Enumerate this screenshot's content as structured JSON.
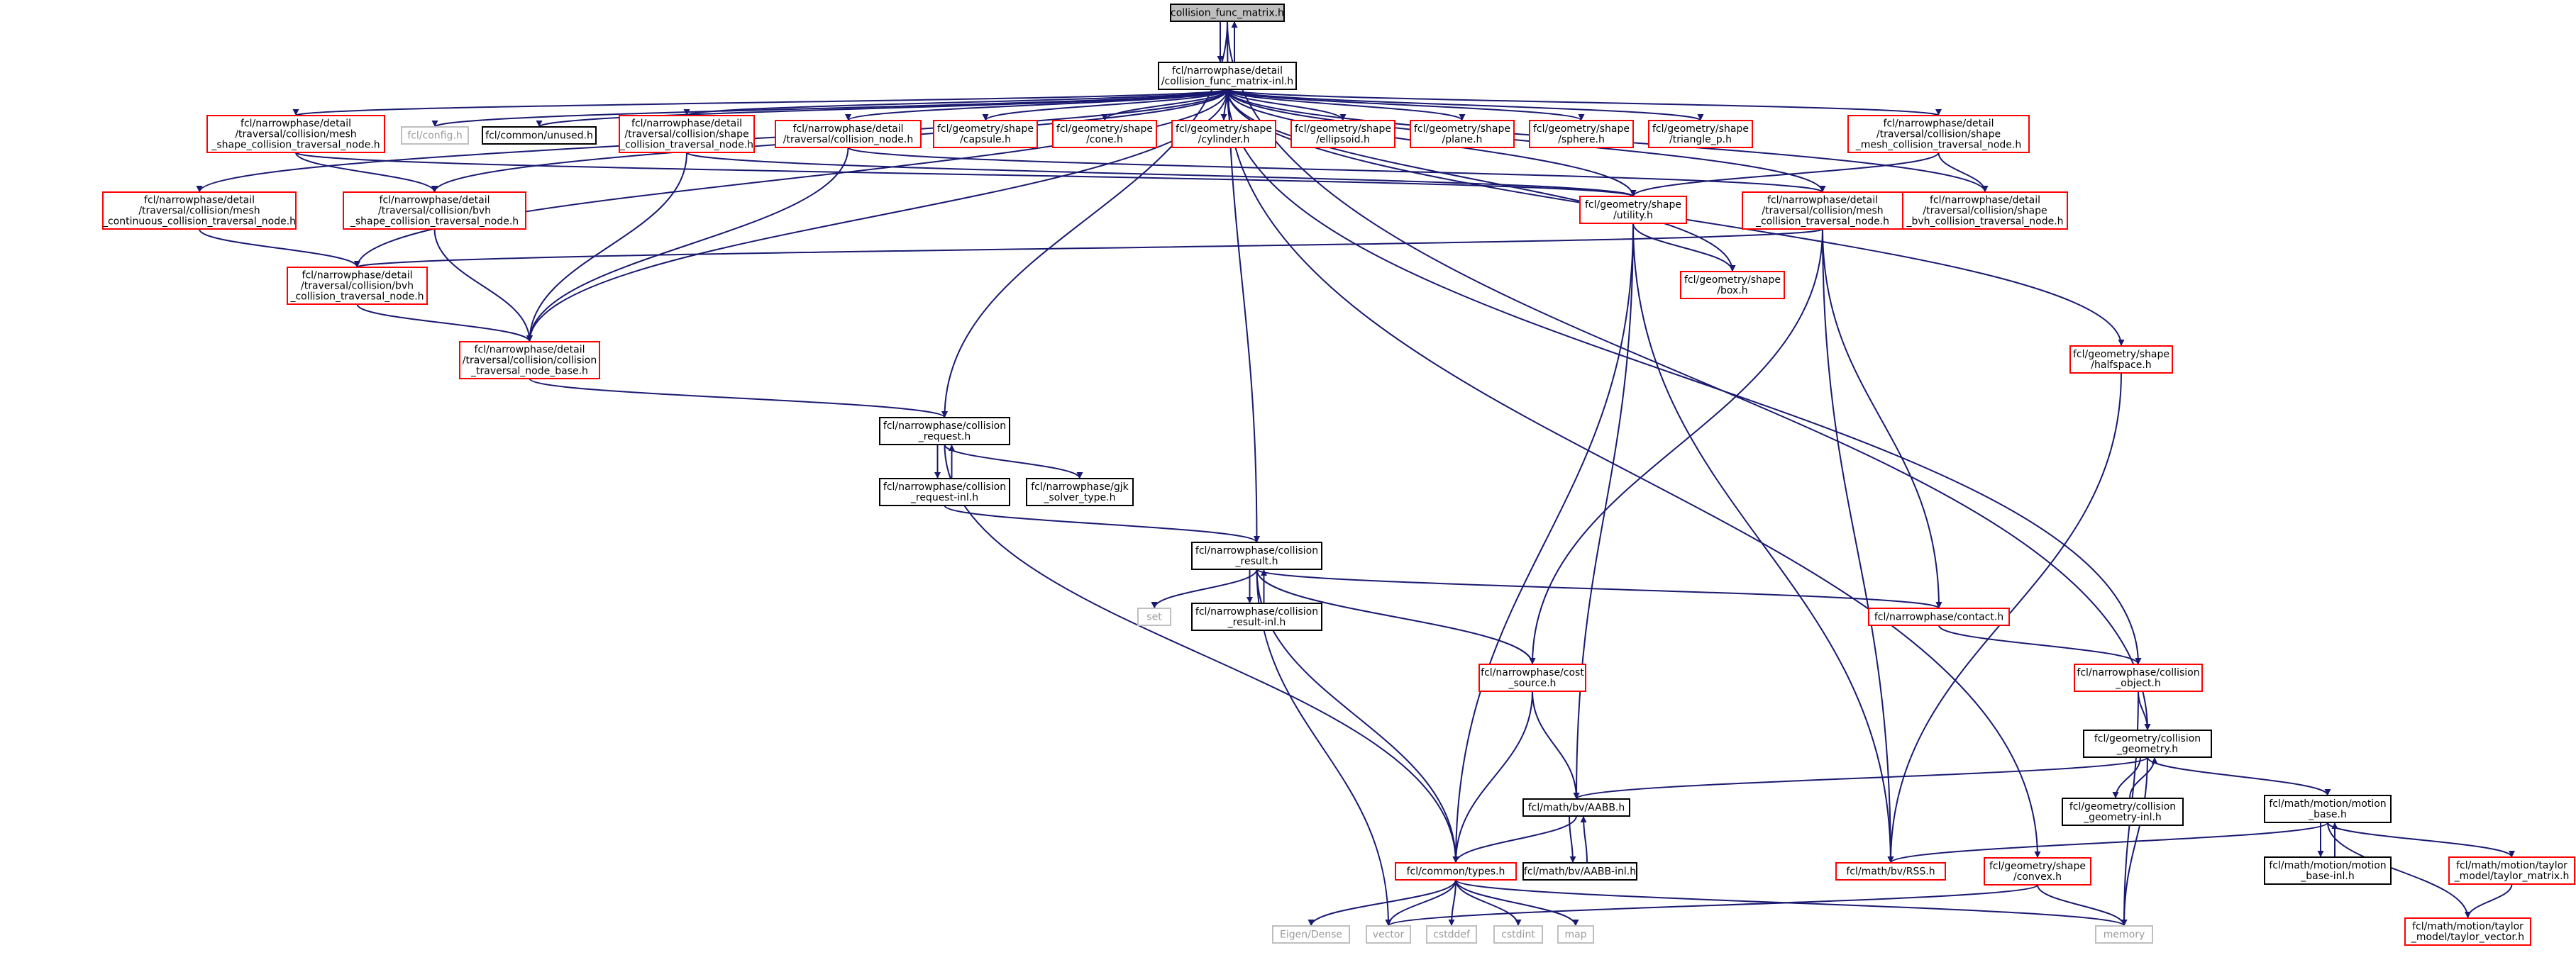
{
  "colors": {
    "edge": "#191970",
    "root_fill": "#bfbfbf",
    "red_border": "#ff0000",
    "black_border": "#000000",
    "gray_border": "#bfbfbf",
    "gray_text": "#9a9a9a"
  },
  "nodes": [
    {
      "id": "root",
      "kind": "root",
      "lines": [
        "collision_func_matrix.h"
      ]
    },
    {
      "id": "inl",
      "kind": "black",
      "lines": [
        "fcl/narrowphase/detail",
        "/collision_func_matrix-inl.h"
      ]
    },
    {
      "id": "mesh_shape",
      "kind": "red",
      "lines": [
        "fcl/narrowphase/detail",
        "/traversal/collision/mesh",
        "_shape_collision_traversal_node.h"
      ]
    },
    {
      "id": "config",
      "kind": "gray",
      "lines": [
        "fcl/config.h"
      ]
    },
    {
      "id": "unused",
      "kind": "black",
      "lines": [
        "fcl/common/unused.h"
      ]
    },
    {
      "id": "shape_coll",
      "kind": "red",
      "lines": [
        "fcl/narrowphase/detail",
        "/traversal/collision/shape",
        "_collision_traversal_node.h"
      ]
    },
    {
      "id": "coll_node",
      "kind": "red",
      "lines": [
        "fcl/narrowphase/detail",
        "/traversal/collision_node.h"
      ]
    },
    {
      "id": "capsule",
      "kind": "red",
      "lines": [
        "fcl/geometry/shape",
        "/capsule.h"
      ]
    },
    {
      "id": "cone",
      "kind": "red",
      "lines": [
        "fcl/geometry/shape",
        "/cone.h"
      ]
    },
    {
      "id": "cylinder",
      "kind": "red",
      "lines": [
        "fcl/geometry/shape",
        "/cylinder.h"
      ]
    },
    {
      "id": "ellipsoid",
      "kind": "red",
      "lines": [
        "fcl/geometry/shape",
        "/ellipsoid.h"
      ]
    },
    {
      "id": "plane",
      "kind": "red",
      "lines": [
        "fcl/geometry/shape",
        "/plane.h"
      ]
    },
    {
      "id": "sphere",
      "kind": "red",
      "lines": [
        "fcl/geometry/shape",
        "/sphere.h"
      ]
    },
    {
      "id": "triangle",
      "kind": "red",
      "lines": [
        "fcl/geometry/shape",
        "/triangle_p.h"
      ]
    },
    {
      "id": "shape_mesh",
      "kind": "red",
      "lines": [
        "fcl/narrowphase/detail",
        "/traversal/collision/shape",
        "_mesh_collision_traversal_node.h"
      ]
    },
    {
      "id": "mesh_cont",
      "kind": "red",
      "lines": [
        "fcl/narrowphase/detail",
        "/traversal/collision/mesh",
        "_continuous_collision_traversal_node.h"
      ]
    },
    {
      "id": "bvh_shape",
      "kind": "red",
      "lines": [
        "fcl/narrowphase/detail",
        "/traversal/collision/bvh",
        "_shape_collision_traversal_node.h"
      ]
    },
    {
      "id": "utility",
      "kind": "red",
      "lines": [
        "fcl/geometry/shape",
        "/utility.h"
      ]
    },
    {
      "id": "mesh_coll",
      "kind": "red",
      "lines": [
        "fcl/narrowphase/detail",
        "/traversal/collision/mesh",
        "_collision_traversal_node.h"
      ]
    },
    {
      "id": "shape_bvh",
      "kind": "red",
      "lines": [
        "fcl/narrowphase/detail",
        "/traversal/collision/shape",
        "_bvh_collision_traversal_node.h"
      ]
    },
    {
      "id": "bvh_coll",
      "kind": "red",
      "lines": [
        "fcl/narrowphase/detail",
        "/traversal/collision/bvh",
        "_collision_traversal_node.h"
      ]
    },
    {
      "id": "box",
      "kind": "red",
      "lines": [
        "fcl/geometry/shape",
        "/box.h"
      ]
    },
    {
      "id": "ctn_base",
      "kind": "red",
      "lines": [
        "fcl/narrowphase/detail",
        "/traversal/collision/collision",
        "_traversal_node_base.h"
      ]
    },
    {
      "id": "halfspace",
      "kind": "red",
      "lines": [
        "fcl/geometry/shape",
        "/halfspace.h"
      ]
    },
    {
      "id": "req",
      "kind": "black",
      "lines": [
        "fcl/narrowphase/collision",
        "_request.h"
      ]
    },
    {
      "id": "req_inl",
      "kind": "black",
      "lines": [
        "fcl/narrowphase/collision",
        "_request-inl.h"
      ]
    },
    {
      "id": "gjk",
      "kind": "black",
      "lines": [
        "fcl/narrowphase/gjk",
        "_solver_type.h"
      ]
    },
    {
      "id": "res",
      "kind": "black",
      "lines": [
        "fcl/narrowphase/collision",
        "_result.h"
      ]
    },
    {
      "id": "set",
      "kind": "gray",
      "lines": [
        "set"
      ]
    },
    {
      "id": "res_inl",
      "kind": "black",
      "lines": [
        "fcl/narrowphase/collision",
        "_result-inl.h"
      ]
    },
    {
      "id": "contact",
      "kind": "red",
      "lines": [
        "fcl/narrowphase/contact.h"
      ]
    },
    {
      "id": "cost",
      "kind": "red",
      "lines": [
        "fcl/narrowphase/cost",
        "_source.h"
      ]
    },
    {
      "id": "coll_obj",
      "kind": "red",
      "lines": [
        "fcl/narrowphase/collision",
        "_object.h"
      ]
    },
    {
      "id": "coll_geom",
      "kind": "black",
      "lines": [
        "fcl/geometry/collision",
        "_geometry.h"
      ]
    },
    {
      "id": "coll_geom_inl",
      "kind": "black",
      "lines": [
        "fcl/geometry/collision",
        "_geometry-inl.h"
      ]
    },
    {
      "id": "motion_base",
      "kind": "black",
      "lines": [
        "fcl/math/motion/motion",
        "_base.h"
      ]
    },
    {
      "id": "aabb",
      "kind": "black",
      "lines": [
        "fcl/math/bv/AABB.h"
      ]
    },
    {
      "id": "aabb_inl",
      "kind": "black",
      "lines": [
        "fcl/math/bv/AABB-inl.h"
      ]
    },
    {
      "id": "types",
      "kind": "red",
      "lines": [
        "fcl/common/types.h"
      ]
    },
    {
      "id": "rss",
      "kind": "red",
      "lines": [
        "fcl/math/bv/RSS.h"
      ]
    },
    {
      "id": "convex",
      "kind": "red",
      "lines": [
        "fcl/geometry/shape",
        "/convex.h"
      ]
    },
    {
      "id": "motion_base_inl",
      "kind": "black",
      "lines": [
        "fcl/math/motion/motion",
        "_base-inl.h"
      ]
    },
    {
      "id": "taylor_matrix",
      "kind": "red",
      "lines": [
        "fcl/math/motion/taylor",
        "_model/taylor_matrix.h"
      ]
    },
    {
      "id": "taylor_vector",
      "kind": "red",
      "lines": [
        "fcl/math/motion/taylor",
        "_model/taylor_vector.h"
      ]
    },
    {
      "id": "eigen",
      "kind": "gray",
      "lines": [
        "Eigen/Dense"
      ]
    },
    {
      "id": "vector",
      "kind": "gray",
      "lines": [
        "vector"
      ]
    },
    {
      "id": "cstddef",
      "kind": "gray",
      "lines": [
        "cstddef"
      ]
    },
    {
      "id": "cstdint",
      "kind": "gray",
      "lines": [
        "cstdint"
      ]
    },
    {
      "id": "map",
      "kind": "gray",
      "lines": [
        "map"
      ]
    },
    {
      "id": "memory",
      "kind": "gray",
      "lines": [
        "memory"
      ]
    }
  ],
  "edges": [
    [
      "root",
      "inl"
    ],
    [
      "inl",
      "root"
    ],
    [
      "root",
      "res"
    ],
    [
      "root",
      "req"
    ],
    [
      "root",
      "coll_geom"
    ],
    [
      "inl",
      "mesh_shape"
    ],
    [
      "inl",
      "config"
    ],
    [
      "inl",
      "unused"
    ],
    [
      "inl",
      "shape_coll"
    ],
    [
      "inl",
      "coll_node"
    ],
    [
      "inl",
      "capsule"
    ],
    [
      "inl",
      "cone"
    ],
    [
      "inl",
      "cylinder"
    ],
    [
      "inl",
      "ellipsoid"
    ],
    [
      "inl",
      "plane"
    ],
    [
      "inl",
      "sphere"
    ],
    [
      "inl",
      "triangle"
    ],
    [
      "inl",
      "shape_mesh"
    ],
    [
      "inl",
      "mesh_cont"
    ],
    [
      "inl",
      "bvh_shape"
    ],
    [
      "inl",
      "utility"
    ],
    [
      "inl",
      "mesh_coll"
    ],
    [
      "inl",
      "shape_bvh"
    ],
    [
      "inl",
      "bvh_coll"
    ],
    [
      "inl",
      "box"
    ],
    [
      "inl",
      "ctn_base"
    ],
    [
      "inl",
      "halfspace"
    ],
    [
      "inl",
      "convex"
    ],
    [
      "inl",
      "coll_obj"
    ],
    [
      "mesh_shape",
      "utility"
    ],
    [
      "mesh_shape",
      "bvh_shape"
    ],
    [
      "shape_coll",
      "ctn_base"
    ],
    [
      "shape_coll",
      "utility"
    ],
    [
      "coll_node",
      "ctn_base"
    ],
    [
      "coll_node",
      "mesh_coll"
    ],
    [
      "shape_mesh",
      "utility"
    ],
    [
      "shape_mesh",
      "shape_bvh"
    ],
    [
      "mesh_cont",
      "bvh_coll"
    ],
    [
      "bvh_shape",
      "ctn_base"
    ],
    [
      "bvh_coll",
      "ctn_base"
    ],
    [
      "utility",
      "box"
    ],
    [
      "utility",
      "types"
    ],
    [
      "utility",
      "aabb"
    ],
    [
      "utility",
      "rss"
    ],
    [
      "mesh_coll",
      "bvh_coll"
    ],
    [
      "mesh_coll",
      "contact"
    ],
    [
      "mesh_coll",
      "cost"
    ],
    [
      "mesh_coll",
      "rss"
    ],
    [
      "ctn_base",
      "req"
    ],
    [
      "req",
      "req_inl"
    ],
    [
      "req_inl",
      "req"
    ],
    [
      "req",
      "gjk"
    ],
    [
      "req",
      "types"
    ],
    [
      "req_inl",
      "res"
    ],
    [
      "res",
      "set"
    ],
    [
      "res",
      "res_inl"
    ],
    [
      "res_inl",
      "res"
    ],
    [
      "res",
      "contact"
    ],
    [
      "res",
      "cost"
    ],
    [
      "res",
      "types"
    ],
    [
      "res",
      "vector"
    ],
    [
      "contact",
      "coll_obj"
    ],
    [
      "cost",
      "aabb"
    ],
    [
      "cost",
      "types"
    ],
    [
      "coll_obj",
      "coll_geom"
    ],
    [
      "coll_obj",
      "memory"
    ],
    [
      "coll_geom",
      "coll_geom_inl"
    ],
    [
      "coll_geom_inl",
      "coll_geom"
    ],
    [
      "coll_geom",
      "aabb"
    ],
    [
      "coll_geom",
      "motion_base"
    ],
    [
      "coll_geom",
      "memory"
    ],
    [
      "motion_base",
      "motion_base_inl"
    ],
    [
      "motion_base_inl",
      "motion_base"
    ],
    [
      "motion_base",
      "rss"
    ],
    [
      "motion_base",
      "taylor_matrix"
    ],
    [
      "motion_base",
      "taylor_vector"
    ],
    [
      "taylor_matrix",
      "taylor_vector"
    ],
    [
      "halfspace",
      "rss"
    ],
    [
      "aabb",
      "aabb_inl"
    ],
    [
      "aabb_inl",
      "aabb"
    ],
    [
      "aabb",
      "types"
    ],
    [
      "convex",
      "vector"
    ],
    [
      "convex",
      "memory"
    ],
    [
      "types",
      "eigen"
    ],
    [
      "types",
      "vector"
    ],
    [
      "types",
      "cstddef"
    ],
    [
      "types",
      "cstdint"
    ],
    [
      "types",
      "map"
    ],
    [
      "types",
      "memory"
    ]
  ]
}
